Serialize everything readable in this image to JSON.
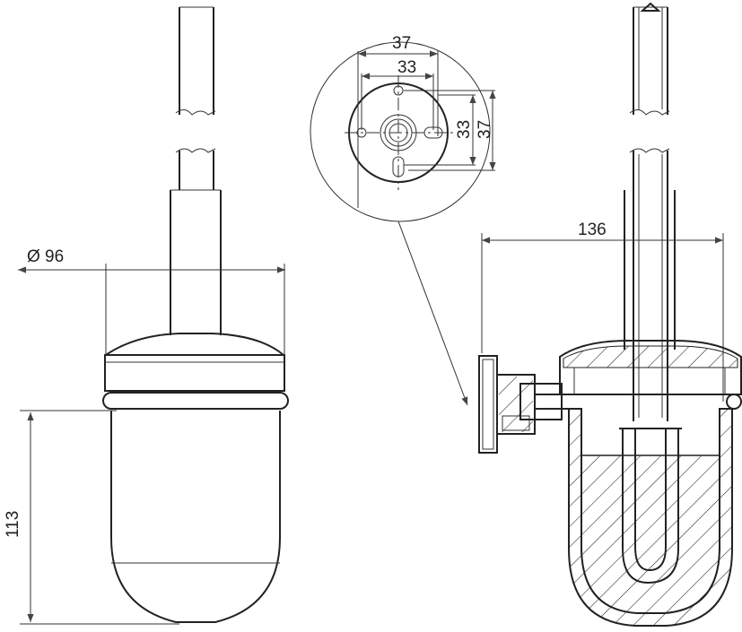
{
  "dimensions": {
    "diameter_label": "Ø 96",
    "height_label": "113",
    "width_label": "136",
    "detail_horizontal_outer": "37",
    "detail_horizontal_inner": "33",
    "detail_vertical_inner": "33",
    "detail_vertical_outer": "37"
  },
  "colors": {
    "line": "#222222",
    "dimension": "#555555",
    "background": "#ffffff"
  }
}
